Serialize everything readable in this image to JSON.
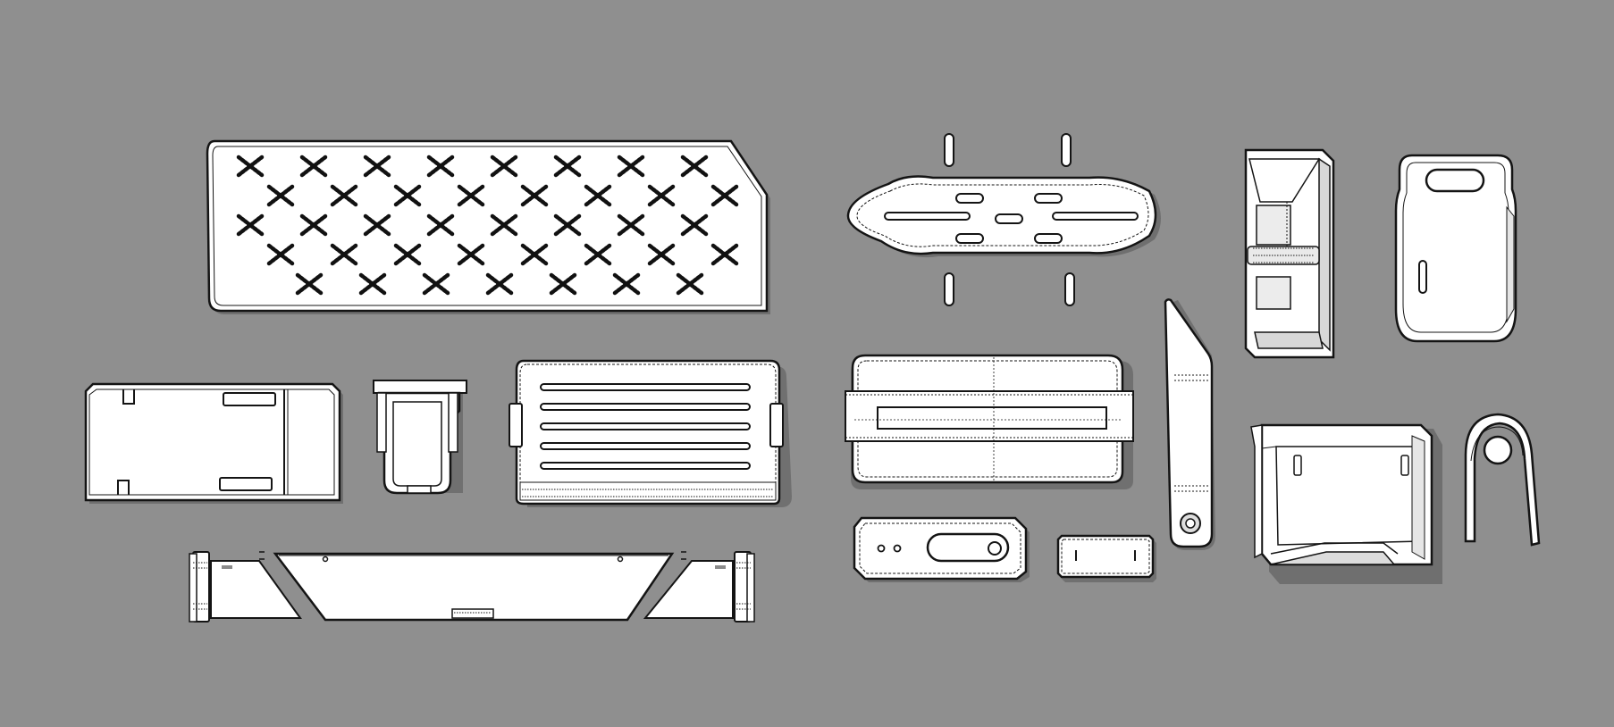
{
  "canvas": {
    "background_color": "#8f8f8f",
    "part_fill": "#ffffff",
    "outline_color": "#141414",
    "shadow_color": "#6f6f6f"
  },
  "parts": [
    {
      "name": "perforated-plate",
      "icon": "x-pattern-plate"
    },
    {
      "name": "slotted-bracket",
      "icon": "plate-with-slots"
    },
    {
      "name": "loose-pins",
      "icon": "pin"
    },
    {
      "name": "rail-clip",
      "icon": "rail-clip"
    },
    {
      "name": "handle-plate",
      "icon": "handle-plate"
    },
    {
      "name": "slot-box",
      "icon": "box"
    },
    {
      "name": "side-plate",
      "icon": "side-plate"
    },
    {
      "name": "small-clip",
      "icon": "clip"
    },
    {
      "name": "vent-panel",
      "icon": "vented-panel"
    },
    {
      "name": "strap-panel",
      "icon": "strapped-panel"
    },
    {
      "name": "long-arm",
      "icon": "arm"
    },
    {
      "name": "front-bracket",
      "icon": "bracket"
    },
    {
      "name": "hook",
      "icon": "hook"
    },
    {
      "name": "button-plate",
      "icon": "button-plate"
    },
    {
      "name": "tag-plate",
      "icon": "tag-plate"
    },
    {
      "name": "trapezoid-shelf",
      "icon": "shelf"
    }
  ]
}
